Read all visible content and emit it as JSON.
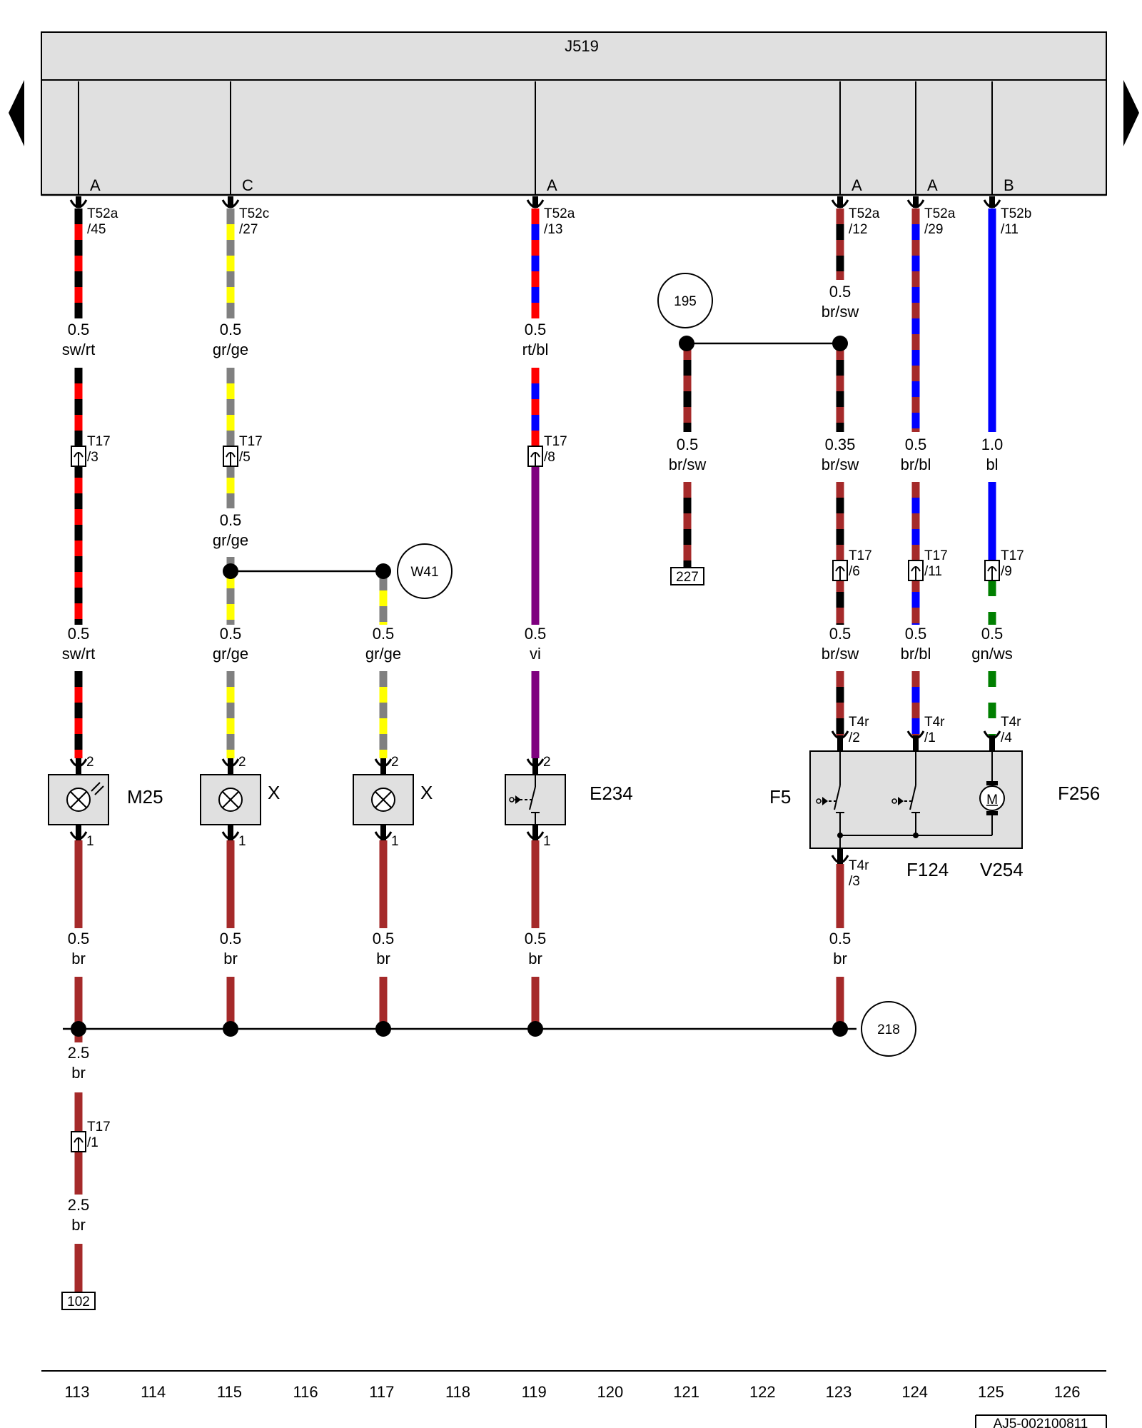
{
  "module": {
    "label": "J519"
  },
  "page_codes": [
    "A",
    "C",
    "A",
    "A",
    "A",
    "B"
  ],
  "nav": {
    "prev_icon": "triangle-left-icon",
    "next_icon": "triangle-right-icon"
  },
  "pins": [
    {
      "name": "T52a",
      "pin": "/45"
    },
    {
      "name": "T52c",
      "pin": "/27"
    },
    {
      "name": "T52a",
      "pin": "/13"
    },
    {
      "name": "T52a",
      "pin": "/12"
    },
    {
      "name": "T52a",
      "pin": "/29"
    },
    {
      "name": "T52b",
      "pin": "/11"
    },
    {
      "name": "T17",
      "pin": "/3"
    },
    {
      "name": "T17",
      "pin": "/5"
    },
    {
      "name": "T17",
      "pin": "/8"
    },
    {
      "name": "T17",
      "pin": "/6"
    },
    {
      "name": "T17",
      "pin": "/11"
    },
    {
      "name": "T17",
      "pin": "/9"
    },
    {
      "name": "T4r",
      "pin": "/2"
    },
    {
      "name": "T4r",
      "pin": "/1"
    },
    {
      "name": "T4r",
      "pin": "/4"
    },
    {
      "name": "T4r",
      "pin": "/3"
    },
    {
      "name": "T17",
      "pin": "/1"
    }
  ],
  "wire_labels": [
    {
      "size": "0.5",
      "color": "sw/rt"
    },
    {
      "size": "0.5",
      "color": "gr/ge"
    },
    {
      "size": "0.5",
      "color": "rt/bl"
    },
    {
      "size": "0.5",
      "color": "br/sw"
    },
    {
      "size": "0.5",
      "color": "br/sw"
    },
    {
      "size": "0.35",
      "color": "br/sw"
    },
    {
      "size": "0.5",
      "color": "br/bl"
    },
    {
      "size": "1.0",
      "color": "bl"
    },
    {
      "size": "0.5",
      "color": "gr/ge"
    },
    {
      "size": "0.5",
      "color": "sw/rt"
    },
    {
      "size": "0.5",
      "color": "gr/ge"
    },
    {
      "size": "0.5",
      "color": "gr/ge"
    },
    {
      "size": "0.5",
      "color": "vi"
    },
    {
      "size": "0.5",
      "color": "br/sw"
    },
    {
      "size": "0.5",
      "color": "br/bl"
    },
    {
      "size": "0.5",
      "color": "gn/ws"
    },
    {
      "size": "0.5",
      "color": "br"
    },
    {
      "size": "0.5",
      "color": "br"
    },
    {
      "size": "0.5",
      "color": "br"
    },
    {
      "size": "0.5",
      "color": "br"
    },
    {
      "size": "0.5",
      "color": "br"
    },
    {
      "size": "2.5",
      "color": "br"
    },
    {
      "size": "2.5",
      "color": "br"
    }
  ],
  "ground_points": [
    "195",
    "W41",
    "218"
  ],
  "references": [
    "227",
    "102"
  ],
  "components": [
    "M25",
    "X",
    "X",
    "E234",
    "F5",
    "F256",
    "F124",
    "V254"
  ],
  "component_pins": [
    "2",
    "1",
    "2",
    "1",
    "2",
    "1",
    "2",
    "1"
  ],
  "columns": [
    "113",
    "114",
    "115",
    "116",
    "117",
    "118",
    "119",
    "120",
    "121",
    "122",
    "123",
    "124",
    "125",
    "126"
  ],
  "doc_code": "AJ5-002100811",
  "colors": {
    "black": "#000000",
    "red": "#ff0000",
    "gray": "#808080",
    "yellow": "#ffff00",
    "blue": "#0000ff",
    "violet": "#7f007f",
    "brown": "#a52a2a",
    "green": "#007f00",
    "white": "#ffffff",
    "module_fill": "#e0e0e0",
    "component_fill": "#e0e0e0"
  }
}
